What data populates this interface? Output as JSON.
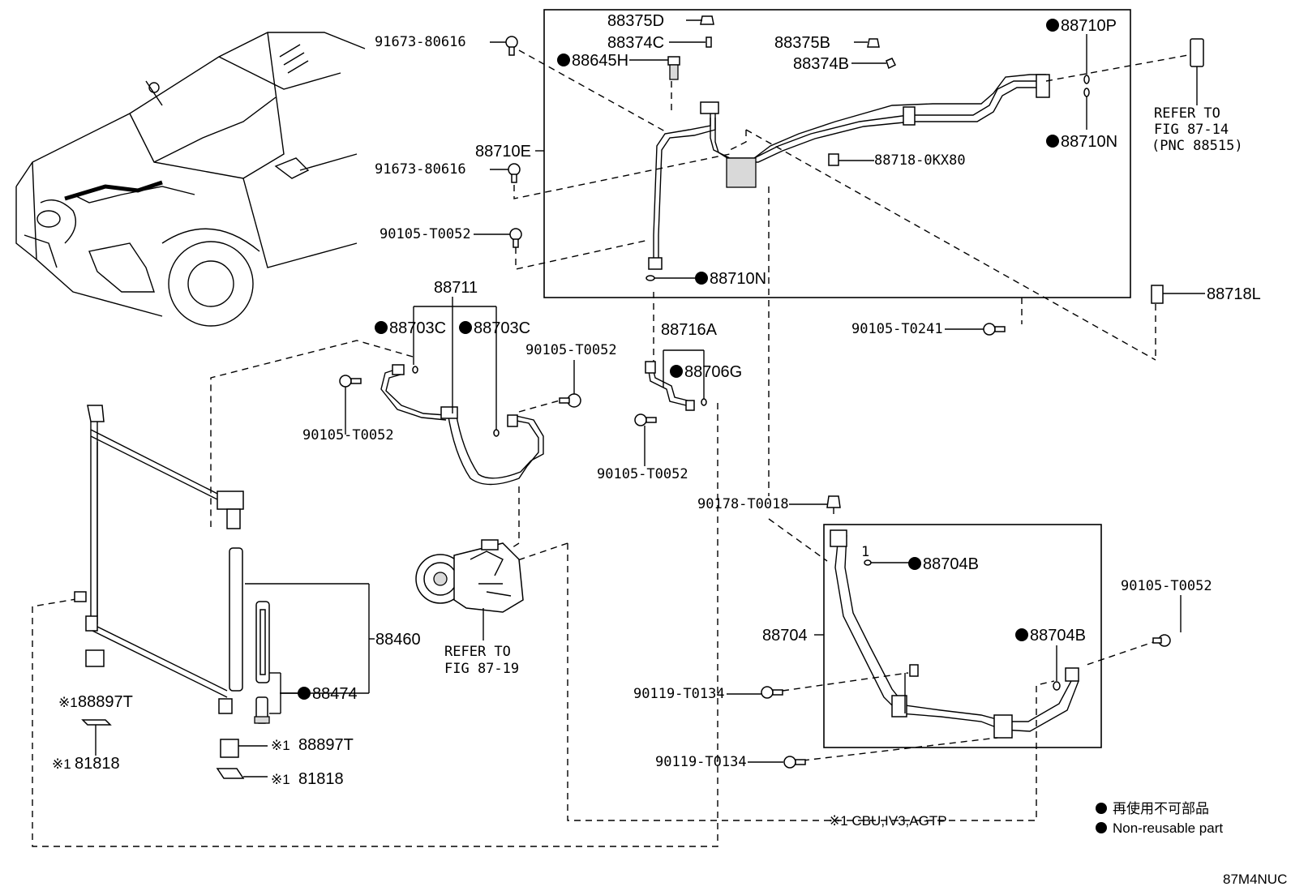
{
  "labels": {
    "p91673_80616_a": "91673-80616",
    "p91673_80616_b": "91673-80616",
    "p88375D": "88375D",
    "p88374C": "88374C",
    "p88645H": "88645H",
    "p88375B": "88375B",
    "p88374B": "88374B",
    "p88710P": "88710P",
    "p88710N_a": "88710N",
    "p88710E": "88710E",
    "p88718_0KX80": "88718-0KX80",
    "p90105_T0052_a": "90105-T0052",
    "p88710N_b": "88710N",
    "p88711": "88711",
    "p88703C_a": "88703C",
    "p88703C_b": "88703C",
    "p90105_T0052_b": "90105-T0052",
    "p90105_T0052_c": "90105-T0052",
    "p88716A": "88716A",
    "p88706G": "88706G",
    "p90105_T0052_d": "90105-T0052",
    "p90105_T0241": "90105-T0241",
    "p88718L": "88718L",
    "p90178_T0018": "90178-T0018",
    "p88704B_a": "88704B",
    "p88704": "88704",
    "p88704B_b": "88704B",
    "p90105_T0052_e": "90105-T0052",
    "p90119_T0134_a": "90119-T0134",
    "p90119_T0134_b": "90119-T0134",
    "p88460": "88460",
    "p88474": "88474",
    "p88897T_a": "88897T",
    "p88897T_b": "88897T",
    "p81818_a": "81818",
    "p81818_b": "81818",
    "mark_note": "※1",
    "small_1": "1"
  },
  "refs": {
    "refer_to_1": "REFER TO",
    "fig_87_14": "FIG 87-14",
    "pnc_88515": "(PNC 88515)",
    "refer_to_2": "REFER TO",
    "fig_87_19": "FIG 87-19"
  },
  "notes": {
    "cbu": "※1 CBU,IV3,AGTP",
    "legend_jp": "再使用不可部品",
    "legend_en": "Non-reusable part",
    "code": "87M4NUC"
  },
  "colors": {
    "ink": "#000000",
    "paper": "#ffffff",
    "shade": "#d9d9d9"
  },
  "icons": {
    "nonreusable": "filled-circle-icon",
    "note": "reference-mark-icon"
  }
}
